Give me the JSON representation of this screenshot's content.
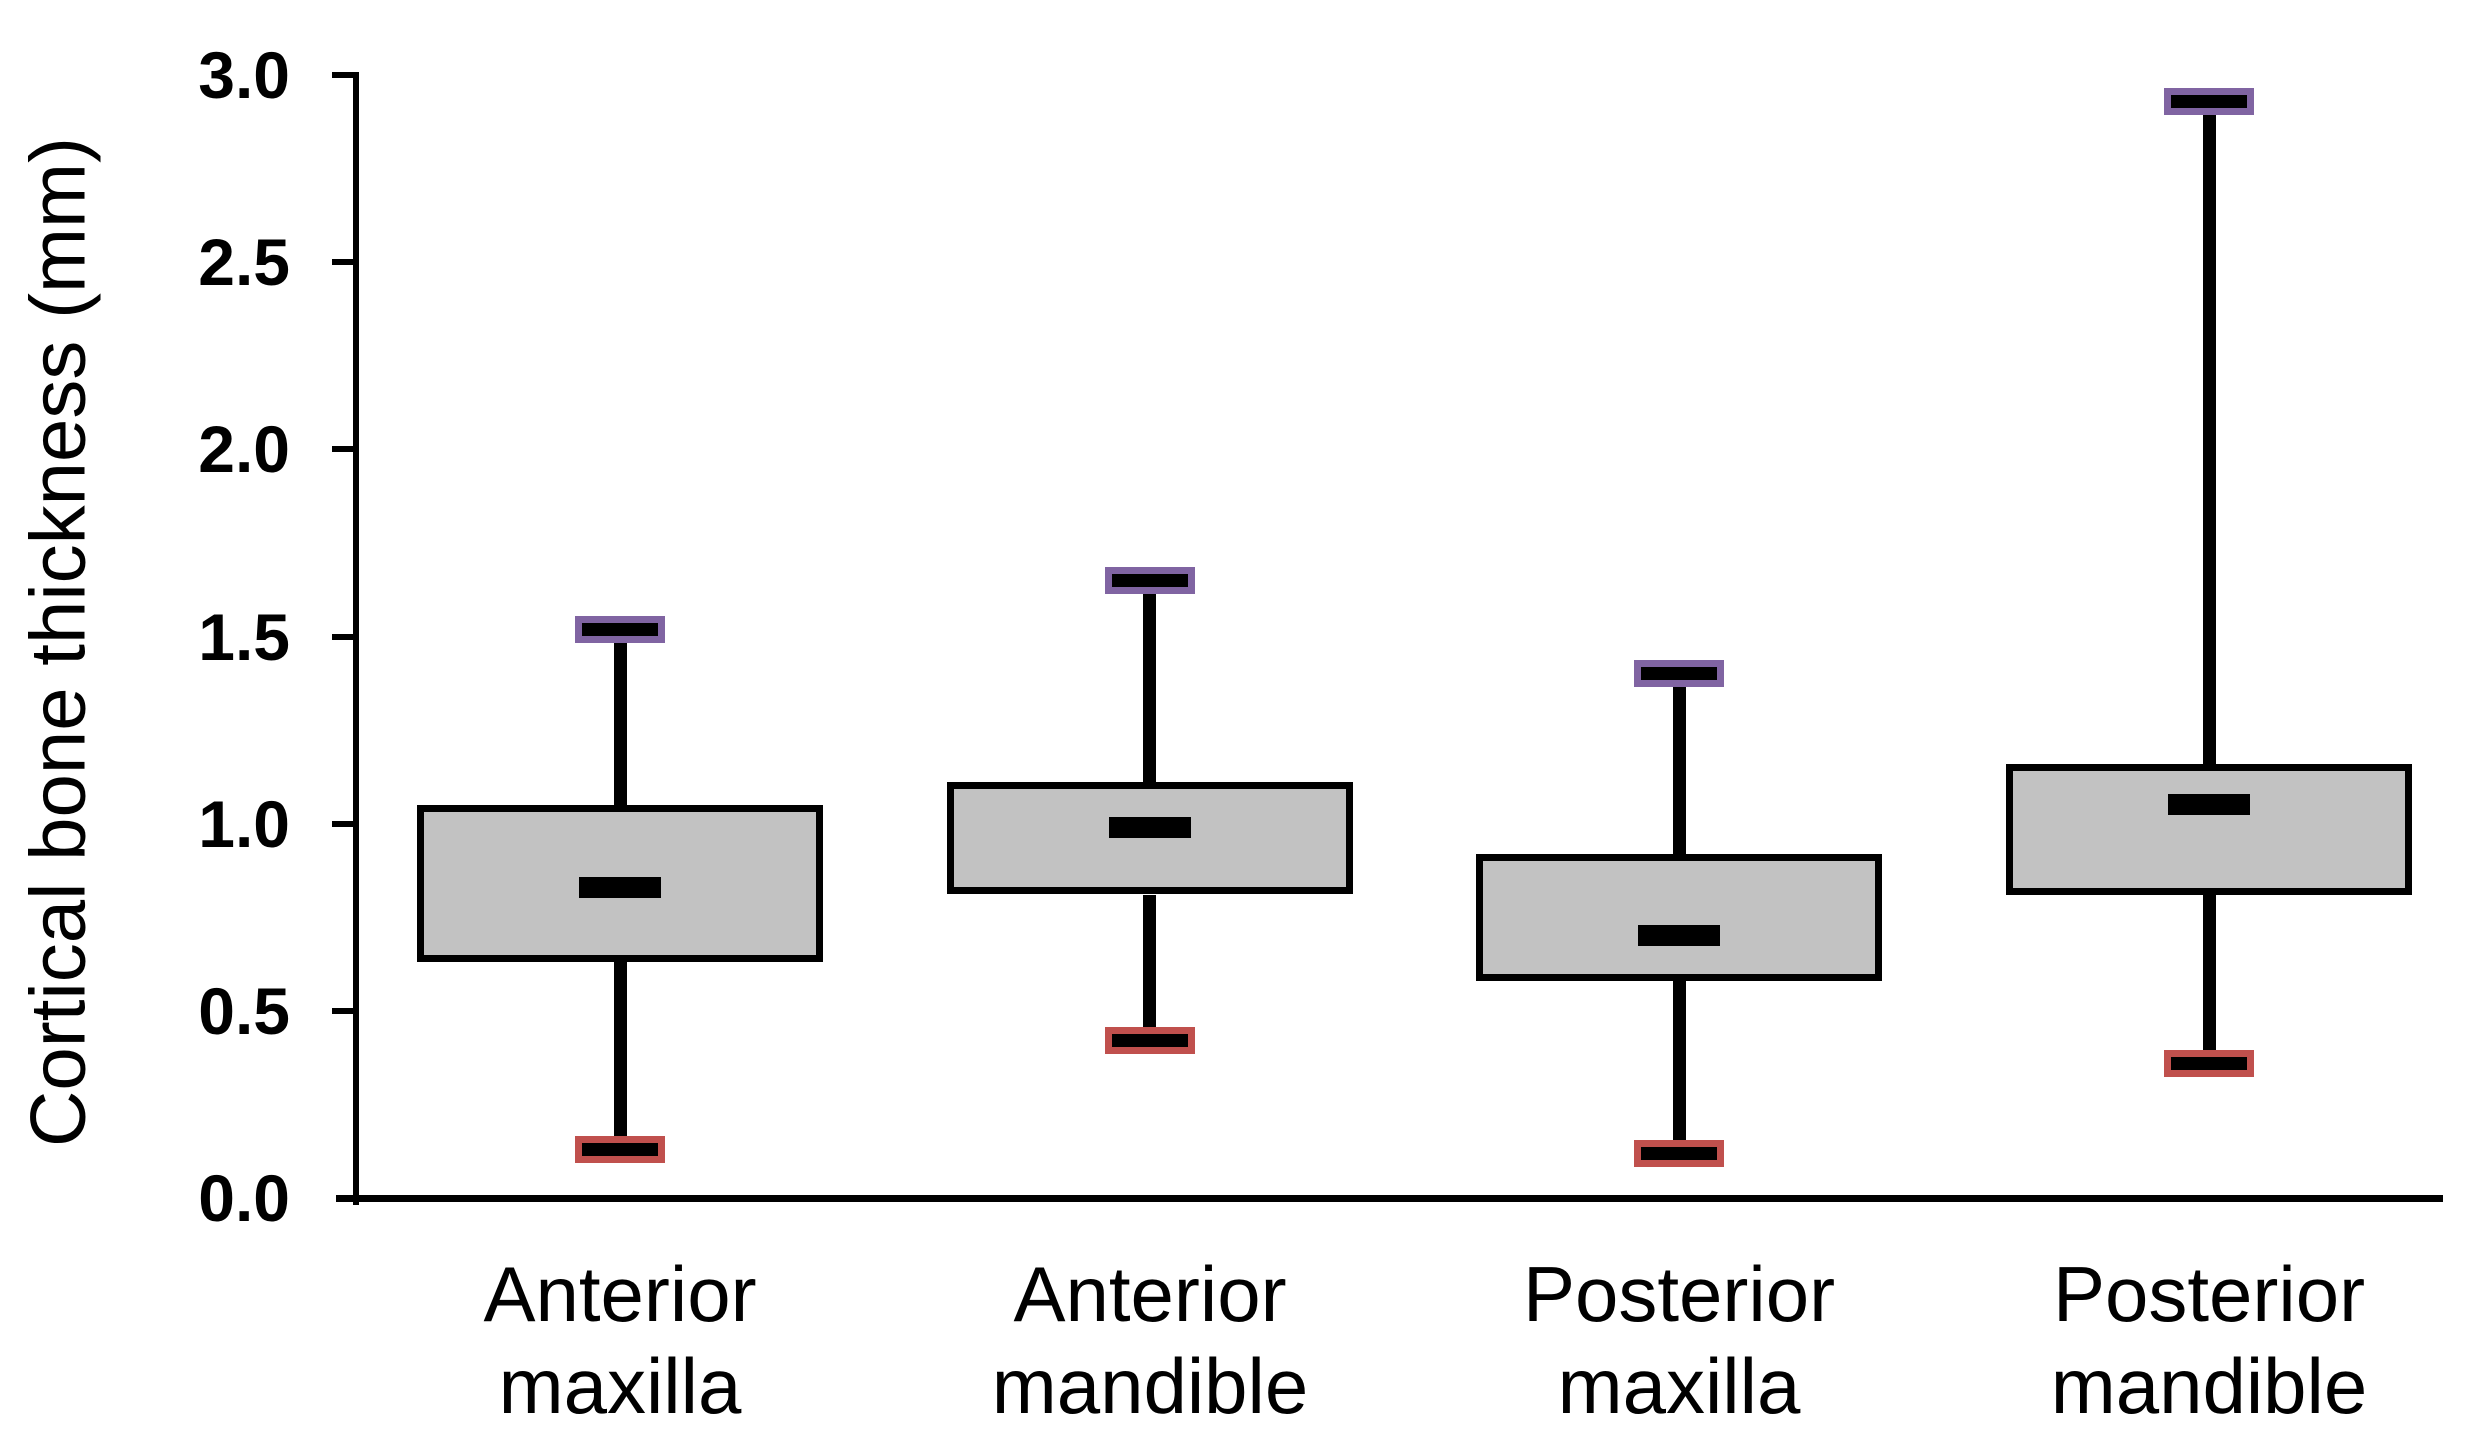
{
  "figure": {
    "background": "#ffffff"
  },
  "chart_data": {
    "type": "box",
    "title": "",
    "xlabel": "",
    "ylabel": "Cortical bone thickness (mm)",
    "ylim": [
      0.0,
      3.0
    ],
    "ytick_step": 0.5,
    "ytick_labels": [
      "0.0",
      "0.5",
      "1.0",
      "1.5",
      "2.0",
      "2.5",
      "3.0"
    ],
    "grid": false,
    "legend": false,
    "categories": [
      "Anterior maxilla",
      "Anterior mandible",
      "Posterior maxilla",
      "Posterior mandible"
    ],
    "category_label_lines": [
      [
        "Anterior",
        "maxilla"
      ],
      [
        "Anterior",
        "mandible"
      ],
      [
        "Posterior",
        "maxilla"
      ],
      [
        "Posterior",
        "mandible"
      ]
    ],
    "series": [
      {
        "name": "Anterior maxilla",
        "min": 0.13,
        "q1": 0.63,
        "median": 0.83,
        "q3": 1.05,
        "max": 1.52
      },
      {
        "name": "Anterior mandible",
        "min": 0.42,
        "q1": 0.81,
        "median": 0.99,
        "q3": 1.11,
        "max": 1.65
      },
      {
        "name": "Posterior maxilla",
        "min": 0.12,
        "q1": 0.58,
        "median": 0.7,
        "q3": 0.92,
        "max": 1.4
      },
      {
        "name": "Posterior mandible",
        "min": 0.36,
        "q1": 0.81,
        "median": 1.05,
        "q3": 1.16,
        "max": 2.93
      }
    ],
    "colors": {
      "box_fill": "#c2c2c2",
      "box_border": "#000000",
      "median": "#000000",
      "whisker": "#000000",
      "cap_core": "#000000",
      "max_cap_border": "#8064a2",
      "min_cap_border": "#c0504d",
      "axis": "#000000",
      "text": "#000000"
    }
  }
}
